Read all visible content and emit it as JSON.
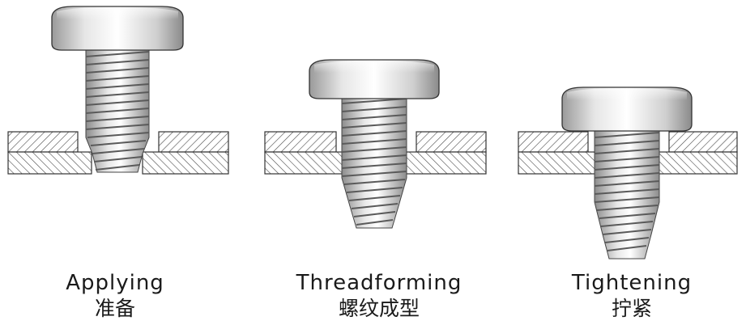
{
  "stages": [
    {
      "id": "applying",
      "title_en": "Applying",
      "title_cn": "准备"
    },
    {
      "id": "threadforming",
      "title_en": "Threadforming",
      "title_cn": "螺纹成型"
    },
    {
      "id": "tightening",
      "title_en": "Tightening",
      "title_cn": "拧紧"
    }
  ],
  "colors": {
    "screw_light": "#f2f2f2",
    "screw_mid": "#bdbdbd",
    "screw_dark": "#7a7a7a",
    "outline": "#3a3a3a",
    "hatch": "#555555",
    "background": "#ffffff"
  },
  "icons": [
    "pan-head-screw-icon"
  ]
}
